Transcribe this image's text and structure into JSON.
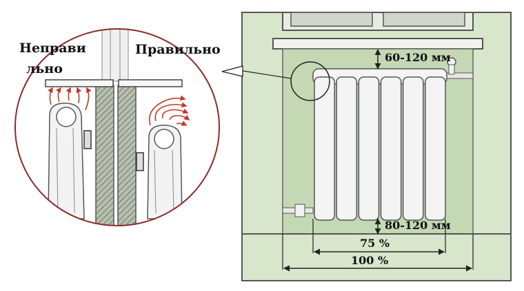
{
  "labels": {
    "wrong": [
      "Неправи",
      "льно"
    ],
    "right": "Правильно",
    "top_gap": "60-120 мм",
    "bottom_gap": "80-120 мм",
    "width_radiator": "75 %",
    "width_full": "100 %"
  },
  "colors": {
    "wall_green": "#d8e6cc",
    "niche_green": "#c4d8b4",
    "frame_gray": "#555555",
    "circle_red": "#8a2a2a",
    "heat_red": "#c0392b",
    "radiator_white": "#f4f4f4",
    "hatch_gray": "#9aa090"
  },
  "radiator": {
    "sections": 6
  }
}
